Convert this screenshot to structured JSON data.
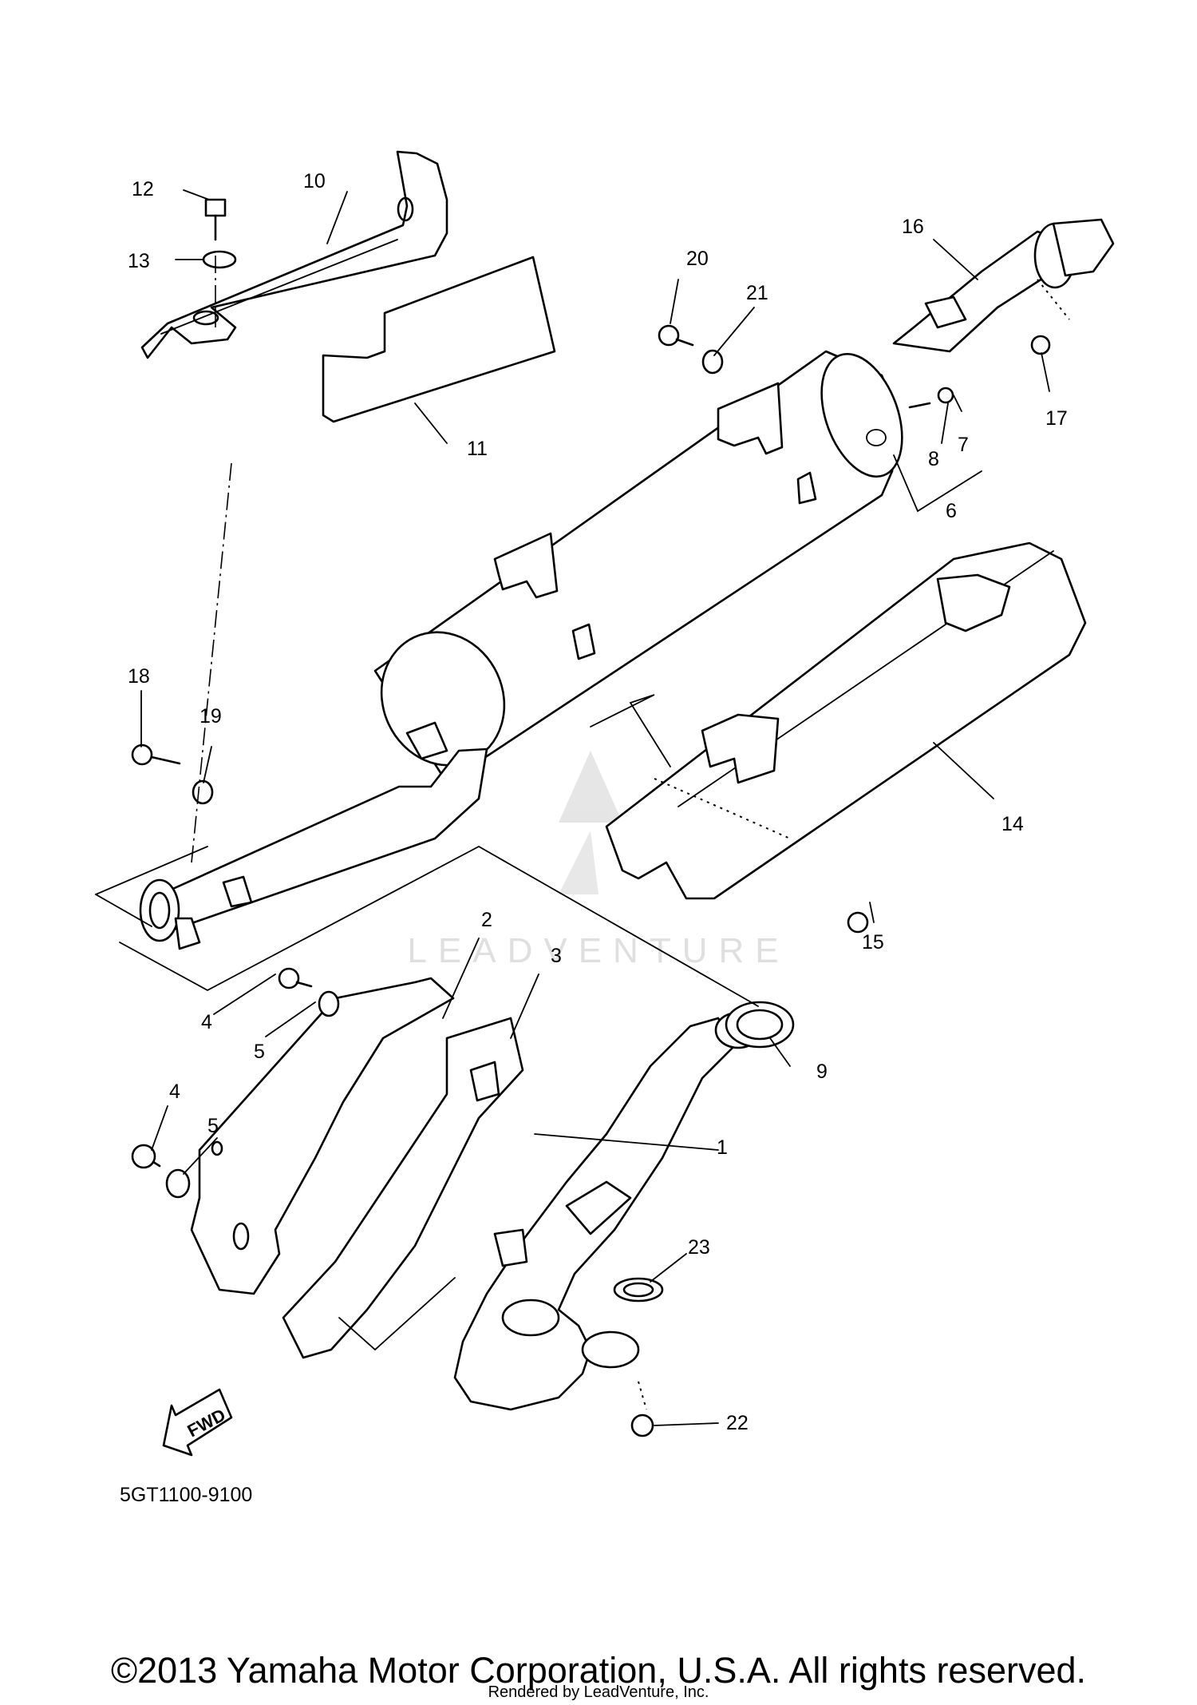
{
  "diagram": {
    "drawing_number": "5GT1100-9100",
    "direction_marker": "FWD",
    "watermark": "LEADVENTURE",
    "callouts": [
      "1",
      "2",
      "3",
      "4",
      "5",
      "4",
      "5",
      "6",
      "7",
      "8",
      "9",
      "10",
      "11",
      "12",
      "13",
      "14",
      "15",
      "16",
      "17",
      "18",
      "19",
      "20",
      "21",
      "22",
      "23"
    ]
  },
  "footer": {
    "copyright": "©2013 Yamaha Motor Corporation, U.S.A. All rights reserved.",
    "rendered_by": "Rendered by LeadVenture, Inc."
  }
}
